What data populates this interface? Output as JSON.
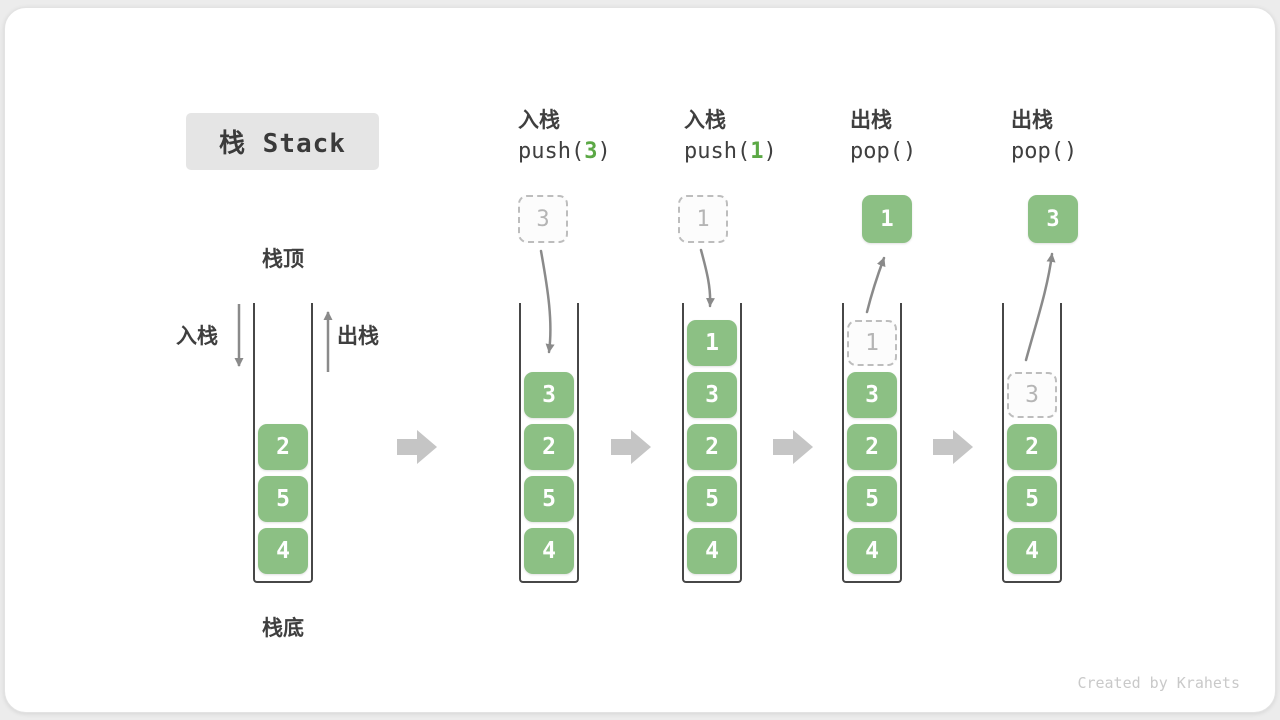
{
  "page": {
    "title_box": "栈 Stack",
    "footer": "Created by Krahets"
  },
  "colors": {
    "cell_green": "#8cc084",
    "code_arg_green": "#5ba845",
    "arrow_gray": "#8a8a8a",
    "block_arrow_gray": "#c5c5c5",
    "title_box_bg": "#e5e5e5"
  },
  "stack_labels": {
    "top": "栈顶",
    "bottom": "栈底",
    "push": "入栈",
    "pop": "出栈"
  },
  "operations": [
    {
      "name_cn": "入栈",
      "code_before": "push(",
      "code_arg": "3",
      "code_after": ")"
    },
    {
      "name_cn": "入栈",
      "code_before": "push(",
      "code_arg": "1",
      "code_after": ")"
    },
    {
      "name_cn": "出栈",
      "code_before": "pop(",
      "code_arg": "",
      "code_after": ")"
    },
    {
      "name_cn": "出栈",
      "code_before": "pop(",
      "code_arg": "",
      "code_after": ")"
    }
  ],
  "stages": [
    {
      "stack": [
        "2",
        "5",
        "4"
      ]
    },
    {
      "floating": "3",
      "stack": [
        "3",
        "2",
        "5",
        "4"
      ]
    },
    {
      "floating": "1",
      "stack": [
        "1",
        "3",
        "2",
        "5",
        "4"
      ]
    },
    {
      "floating": "1",
      "ghost": "1",
      "stack": [
        "3",
        "2",
        "5",
        "4"
      ]
    },
    {
      "floating": "3",
      "ghost": "3",
      "stack": [
        "2",
        "5",
        "4"
      ]
    }
  ]
}
